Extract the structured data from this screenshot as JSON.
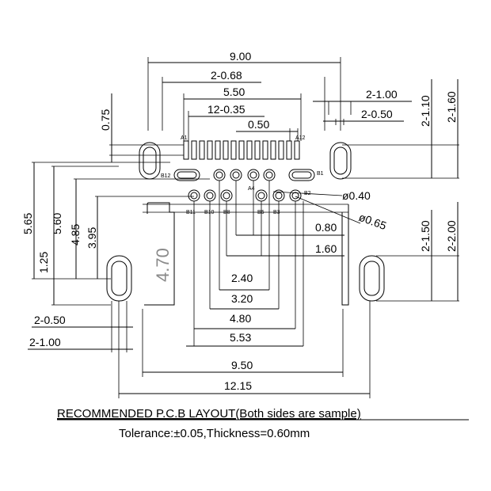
{
  "dimensions": {
    "d900": "9.00",
    "d268": "2-0.68",
    "d550": "5.50",
    "d1235": "12-0.35",
    "d050": "0.50",
    "d075": "0.75",
    "d2100": "2-1.00",
    "d2050": "2-0.50",
    "d2110": "2-1.10",
    "d2160": "2-1.60",
    "d565": "5.65",
    "d560": "5.60",
    "d485": "4.85",
    "d395": "3.95",
    "d125": "1.25",
    "d470": "4.70",
    "phi040": "ø0.40",
    "phi065": "ø0.65",
    "d080": "0.80",
    "d160": "1.60",
    "d240": "2.40",
    "d320": "3.20",
    "d480": "4.80",
    "d553": "5.53",
    "d950": "9.50",
    "d1215": "12.15",
    "d2150": "2-1.50",
    "d2200": "2-2.00",
    "dl2050": "2-0.50",
    "dl2100": "2-1.00"
  },
  "pins": {
    "a1": "A1",
    "a12": "A12",
    "b1": "B1",
    "b12": "B12",
    "b2": "B2",
    "b11": "B11",
    "b10": "B10",
    "b8": "B8",
    "b5": "B5",
    "b3": "B3",
    "a4": "A4"
  },
  "caption": {
    "title": "RECOMMENDED P.C.B LAYOUT(Both sides are sample)",
    "tolerance": "Tolerance:±0.05,Thickness=0.60mm"
  }
}
